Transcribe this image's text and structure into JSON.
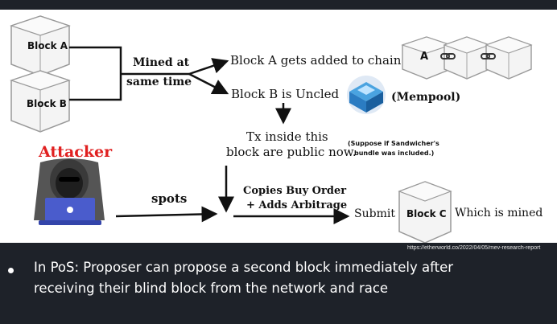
{
  "diagram": {
    "block_a": "Block A",
    "block_b": "Block B",
    "mined_at": "Mined at",
    "same_time": "same time",
    "a_added": "Block A gets added to chain",
    "b_uncled": "Block B is Uncled",
    "chain_a": "A",
    "mempool": "(Mempool)",
    "tx_line1": "Tx inside this",
    "tx_line2": "block are public now.",
    "note_line1": "(Suppose if Sandwicher's",
    "note_line2": "bundle was included.)",
    "attacker": "Attacker",
    "spots": "spots",
    "copies_line1": "Copies Buy Order",
    "copies_line2": "+ Adds Arbitrage",
    "submit": "Submit",
    "block_c": "Block C",
    "which_mined": "Which is mined",
    "attacker_color": "#e02020"
  },
  "source": "https://etherworld.co/2022/04/05/mev-research-report",
  "bullet": "In PoS: Proposer can propose a second block immediately after receiving their blind block from the network and race"
}
